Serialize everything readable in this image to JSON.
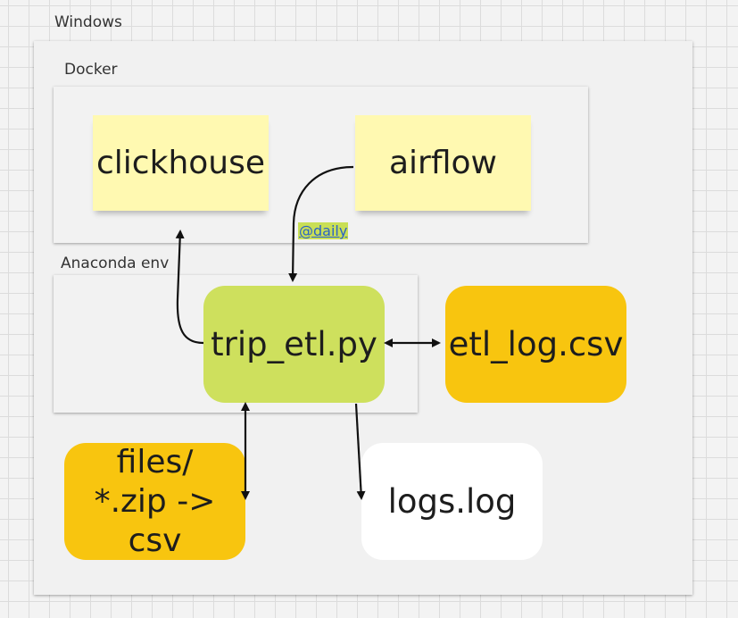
{
  "frames": {
    "windows_label": "Windows",
    "docker_label": "Docker",
    "anaconda_label": "Anaconda env"
  },
  "nodes": {
    "clickhouse": "clickhouse",
    "airflow": "airflow",
    "trip_etl": "trip_etl.py",
    "etl_log": "etl_log.csv",
    "files_line1": "files/",
    "files_line2": "*.zip -> csv",
    "logs": "logs.log"
  },
  "edges": {
    "schedule_label": "@daily"
  },
  "colors": {
    "sticky_yellow": "#fff9b1",
    "lime_green": "#cee05d",
    "amber": "#f8c50f",
    "white": "#ffffff",
    "link_blue": "#2a62c8"
  }
}
